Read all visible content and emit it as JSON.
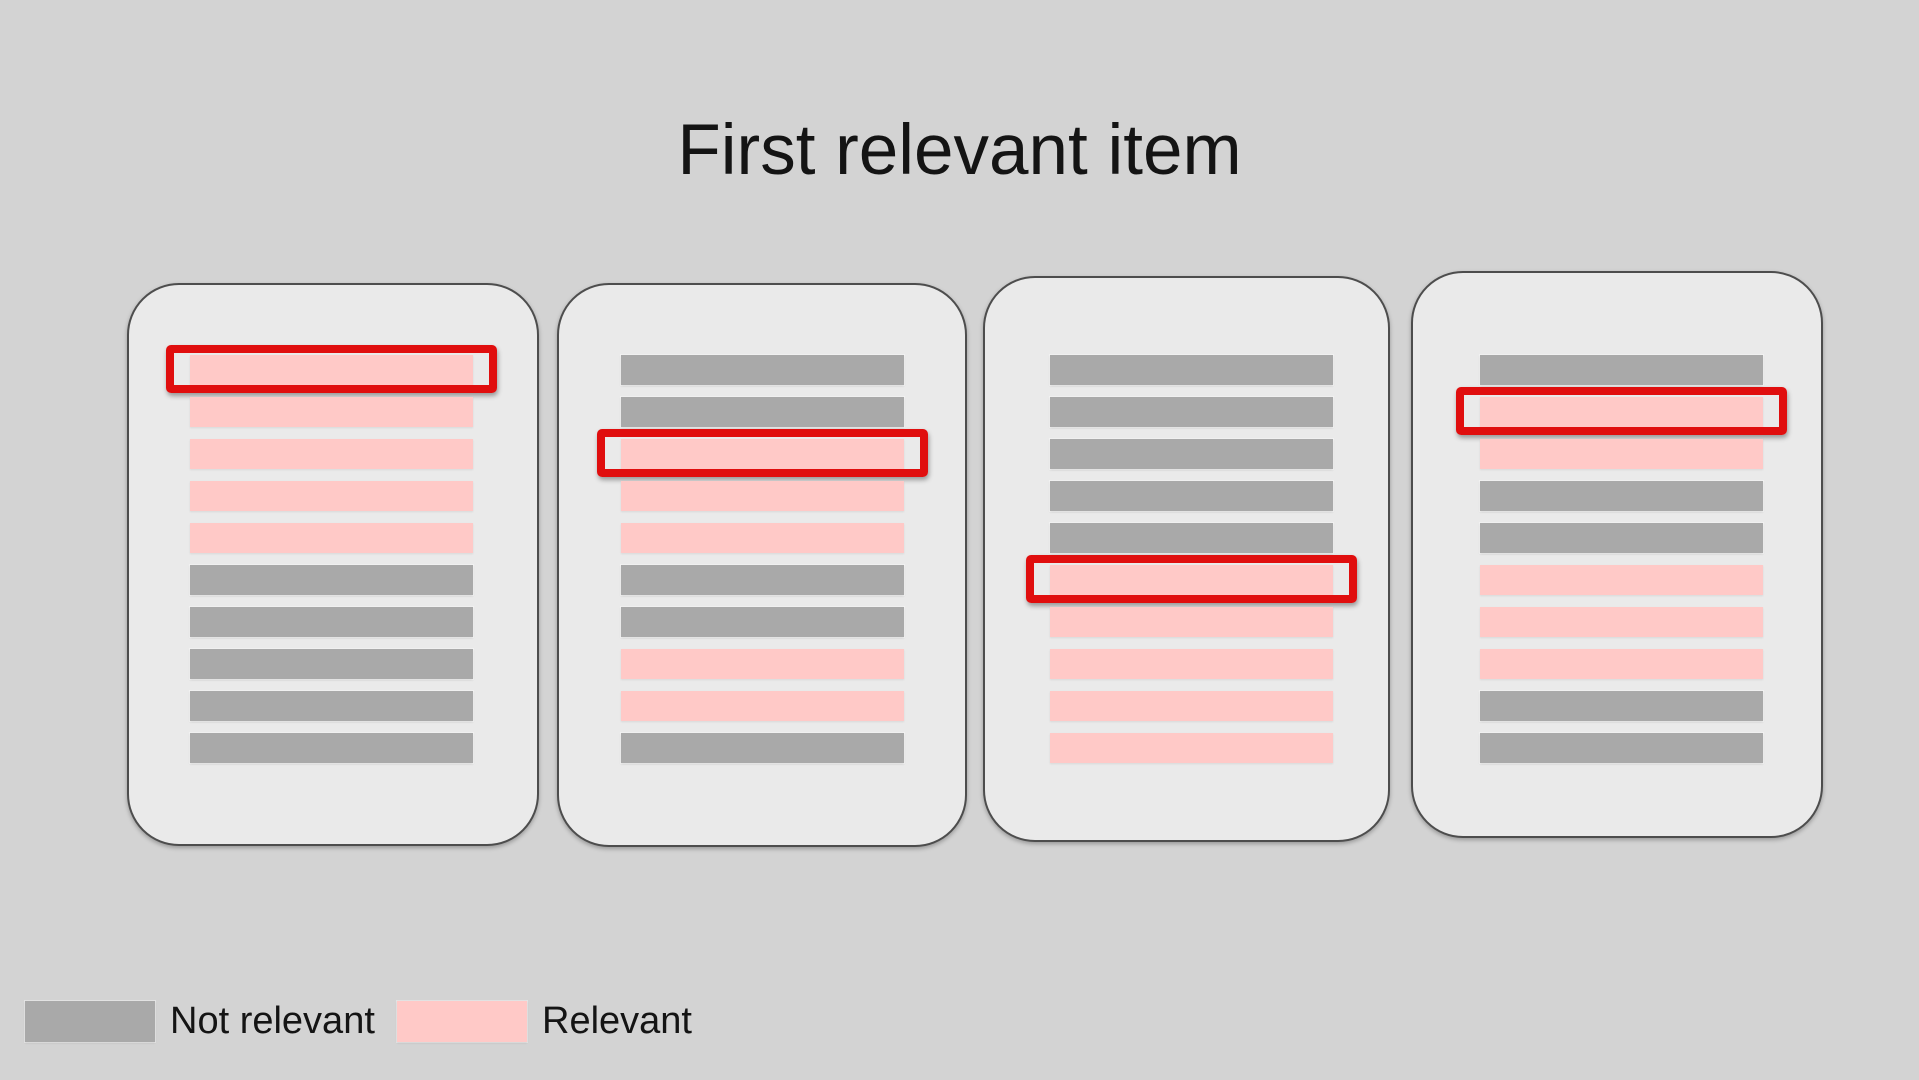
{
  "title": "First relevant item",
  "legend": {
    "items": [
      {
        "label": "Not relevant",
        "type": "not-relevant"
      },
      {
        "label": "Relevant",
        "type": "relevant"
      }
    ]
  },
  "colors": {
    "page-bg": "#d3d3d3",
    "card-bg": "#eaeaea",
    "card-border": "#4d4d4d",
    "not-relevant": "#a9a9a9",
    "relevant": "#ffc9c7",
    "highlight-red": "#e00e0e",
    "text": "#141414"
  },
  "cards": [
    {
      "bars": [
        "relevant",
        "relevant",
        "relevant",
        "relevant",
        "relevant",
        "not-relevant",
        "not-relevant",
        "not-relevant",
        "not-relevant",
        "not-relevant"
      ],
      "first_relevant_index": 0
    },
    {
      "bars": [
        "not-relevant",
        "not-relevant",
        "relevant",
        "relevant",
        "relevant",
        "not-relevant",
        "not-relevant",
        "relevant",
        "relevant",
        "not-relevant"
      ],
      "first_relevant_index": 2
    },
    {
      "bars": [
        "not-relevant",
        "not-relevant",
        "not-relevant",
        "not-relevant",
        "not-relevant",
        "relevant",
        "relevant",
        "relevant",
        "relevant",
        "relevant"
      ],
      "first_relevant_index": 5
    },
    {
      "bars": [
        "not-relevant",
        "relevant",
        "relevant",
        "not-relevant",
        "not-relevant",
        "relevant",
        "relevant",
        "relevant",
        "not-relevant",
        "not-relevant"
      ],
      "first_relevant_index": 1
    }
  ]
}
